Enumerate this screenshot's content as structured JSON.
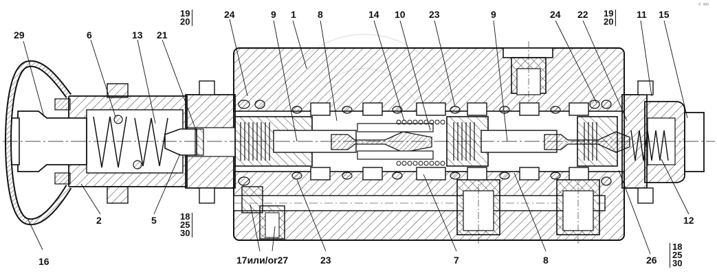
{
  "drawing": {
    "callouts_top": [
      "29",
      "6",
      "13",
      "21",
      "24",
      "9",
      "1",
      "8",
      "14",
      "10",
      "23",
      "9",
      "24",
      "22",
      "11",
      "15"
    ],
    "stack_top_left": [
      "19",
      "20"
    ],
    "stack_top_right": [
      "19",
      "20"
    ],
    "callouts_bottom": [
      "16",
      "2",
      "5",
      "17или/or27",
      "23",
      "7",
      "8",
      "26",
      "12"
    ],
    "stack_bottom_left": [
      "18",
      "25",
      "30"
    ],
    "stack_bottom_right": [
      "18",
      "25",
      "30"
    ],
    "corner_mark": "ᵃ˙ ᵃᵃᵃ"
  },
  "colors": {
    "line": "#111111",
    "hatch": "#333333",
    "watermark": "#e6e6e6"
  }
}
